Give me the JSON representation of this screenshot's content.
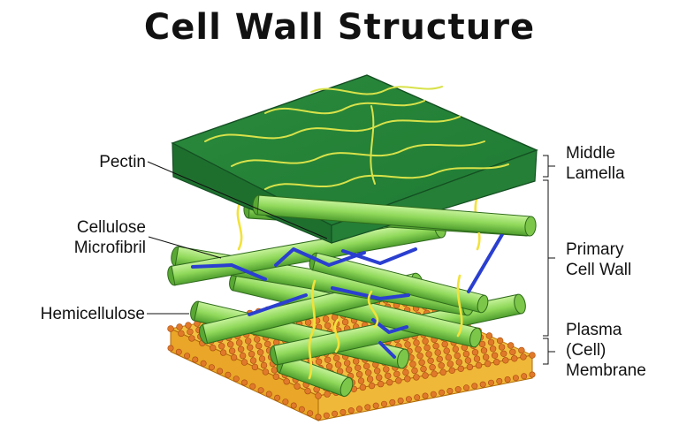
{
  "title": "Cell Wall Structure",
  "labels": {
    "pectin": "Pectin",
    "cellulose_line1": "Cellulose",
    "cellulose_line2": "Microfibril",
    "hemicellulose": "Hemicellulose",
    "middle_line1": "Middle",
    "middle_line2": "Lamella",
    "primary_line1": "Primary",
    "primary_line2": "Cell Wall",
    "plasma_line1": "Plasma",
    "plasma_line2": "(Cell)",
    "plasma_line3": "Membrane"
  },
  "colors": {
    "middle_lamella": "#2f8f3f",
    "cellulose": "#8fd85a",
    "hemicellulose": "#2a3fd0",
    "pectin": "#f2e23a",
    "membrane_head": "#e07a2a",
    "membrane_tail": "#f2c040"
  }
}
